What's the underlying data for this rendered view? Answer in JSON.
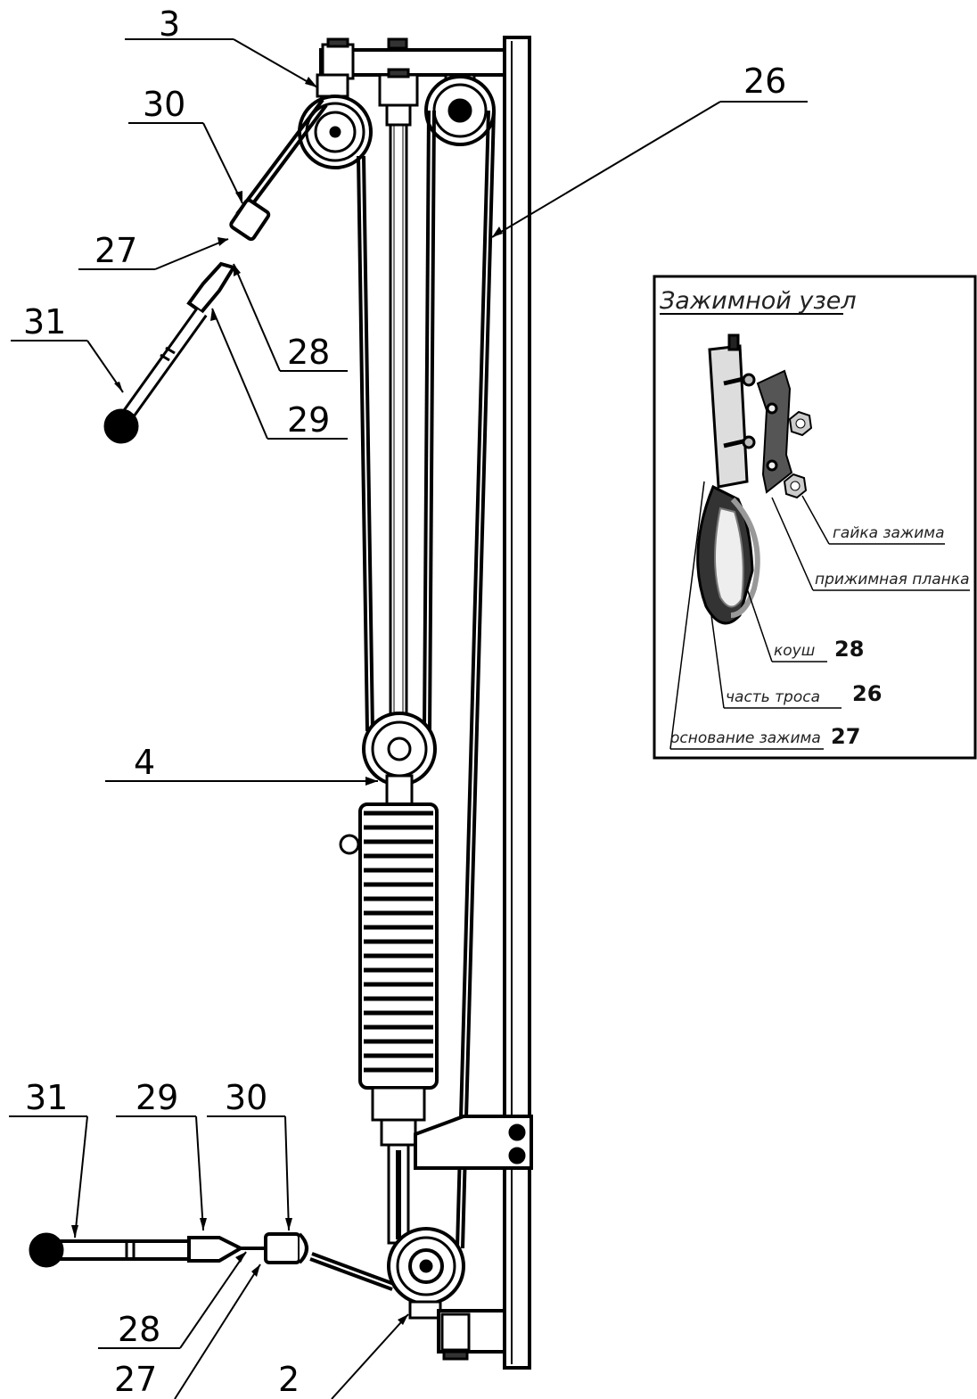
{
  "callouts": {
    "c3": "3",
    "c26": "26",
    "c30_top": "30",
    "c27_top": "27",
    "c31_top": "31",
    "c28_top": "28",
    "c29_top": "29",
    "c4": "4",
    "c31_bot": "31",
    "c29_bot": "29",
    "c30_bot": "30",
    "c28_bot": "28",
    "c27_bot": "27",
    "c2": "2"
  },
  "inset": {
    "title": "Зажимной узел",
    "labels": {
      "nut": "гайка зажима",
      "plate": "прижимная планка",
      "thimble": "коуш",
      "thimble_num": "28",
      "cable": "часть троса",
      "cable_num": "26",
      "base": "основание зажима",
      "base_num": "27"
    }
  }
}
